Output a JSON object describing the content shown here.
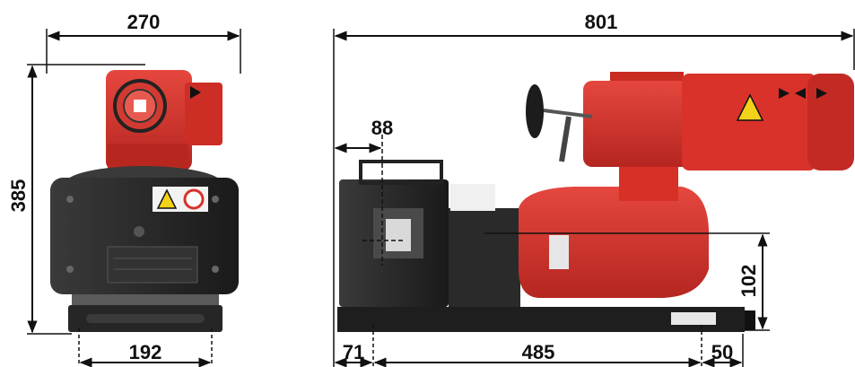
{
  "dimensions": {
    "front_width": "270",
    "front_height": "385",
    "front_base_width": "192",
    "side_length": "801",
    "side_offset": "88",
    "side_shaft_height": "102",
    "side_left_margin": "71",
    "side_base_span": "485",
    "side_right_margin": "50"
  },
  "colors": {
    "motor_red": "#d8322a",
    "motor_red_dark": "#a81f19",
    "housing_black": "#2b2b2b",
    "base_black": "#1e1e1e",
    "dimension_line": "#111111",
    "warning_yellow": "#f3d21a"
  },
  "icons": [
    "high-voltage-warning-icon",
    "no-hands-prohibition-icon",
    "handwheel-icon"
  ]
}
